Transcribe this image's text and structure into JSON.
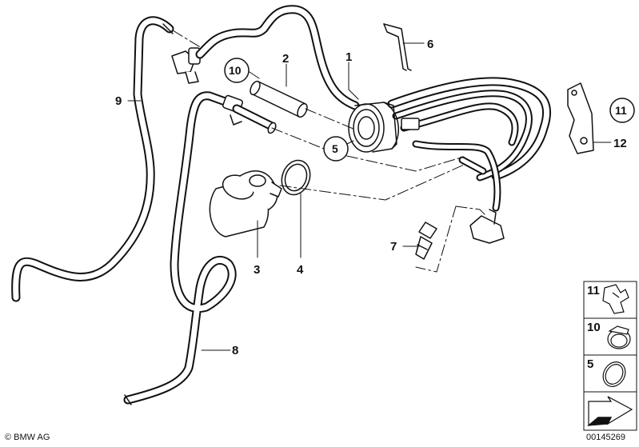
{
  "callouts": {
    "c1": "1",
    "c2": "2",
    "c3": "3",
    "c4": "4",
    "c5_circle": "5",
    "c6": "6",
    "c7": "7",
    "c8": "8",
    "c9": "9",
    "c10_circle": "10",
    "c11_circle": "11",
    "c12": "12"
  },
  "legend": {
    "items": [
      {
        "number": "11",
        "icon": "clip-icon"
      },
      {
        "number": "10",
        "icon": "hose-clamp-icon"
      },
      {
        "number": "5",
        "icon": "seal-ring-icon"
      }
    ],
    "arrow_icon": "direction-arrow-icon"
  },
  "footer": {
    "copyright": "© BMW AG",
    "doc_number": "00145269"
  }
}
